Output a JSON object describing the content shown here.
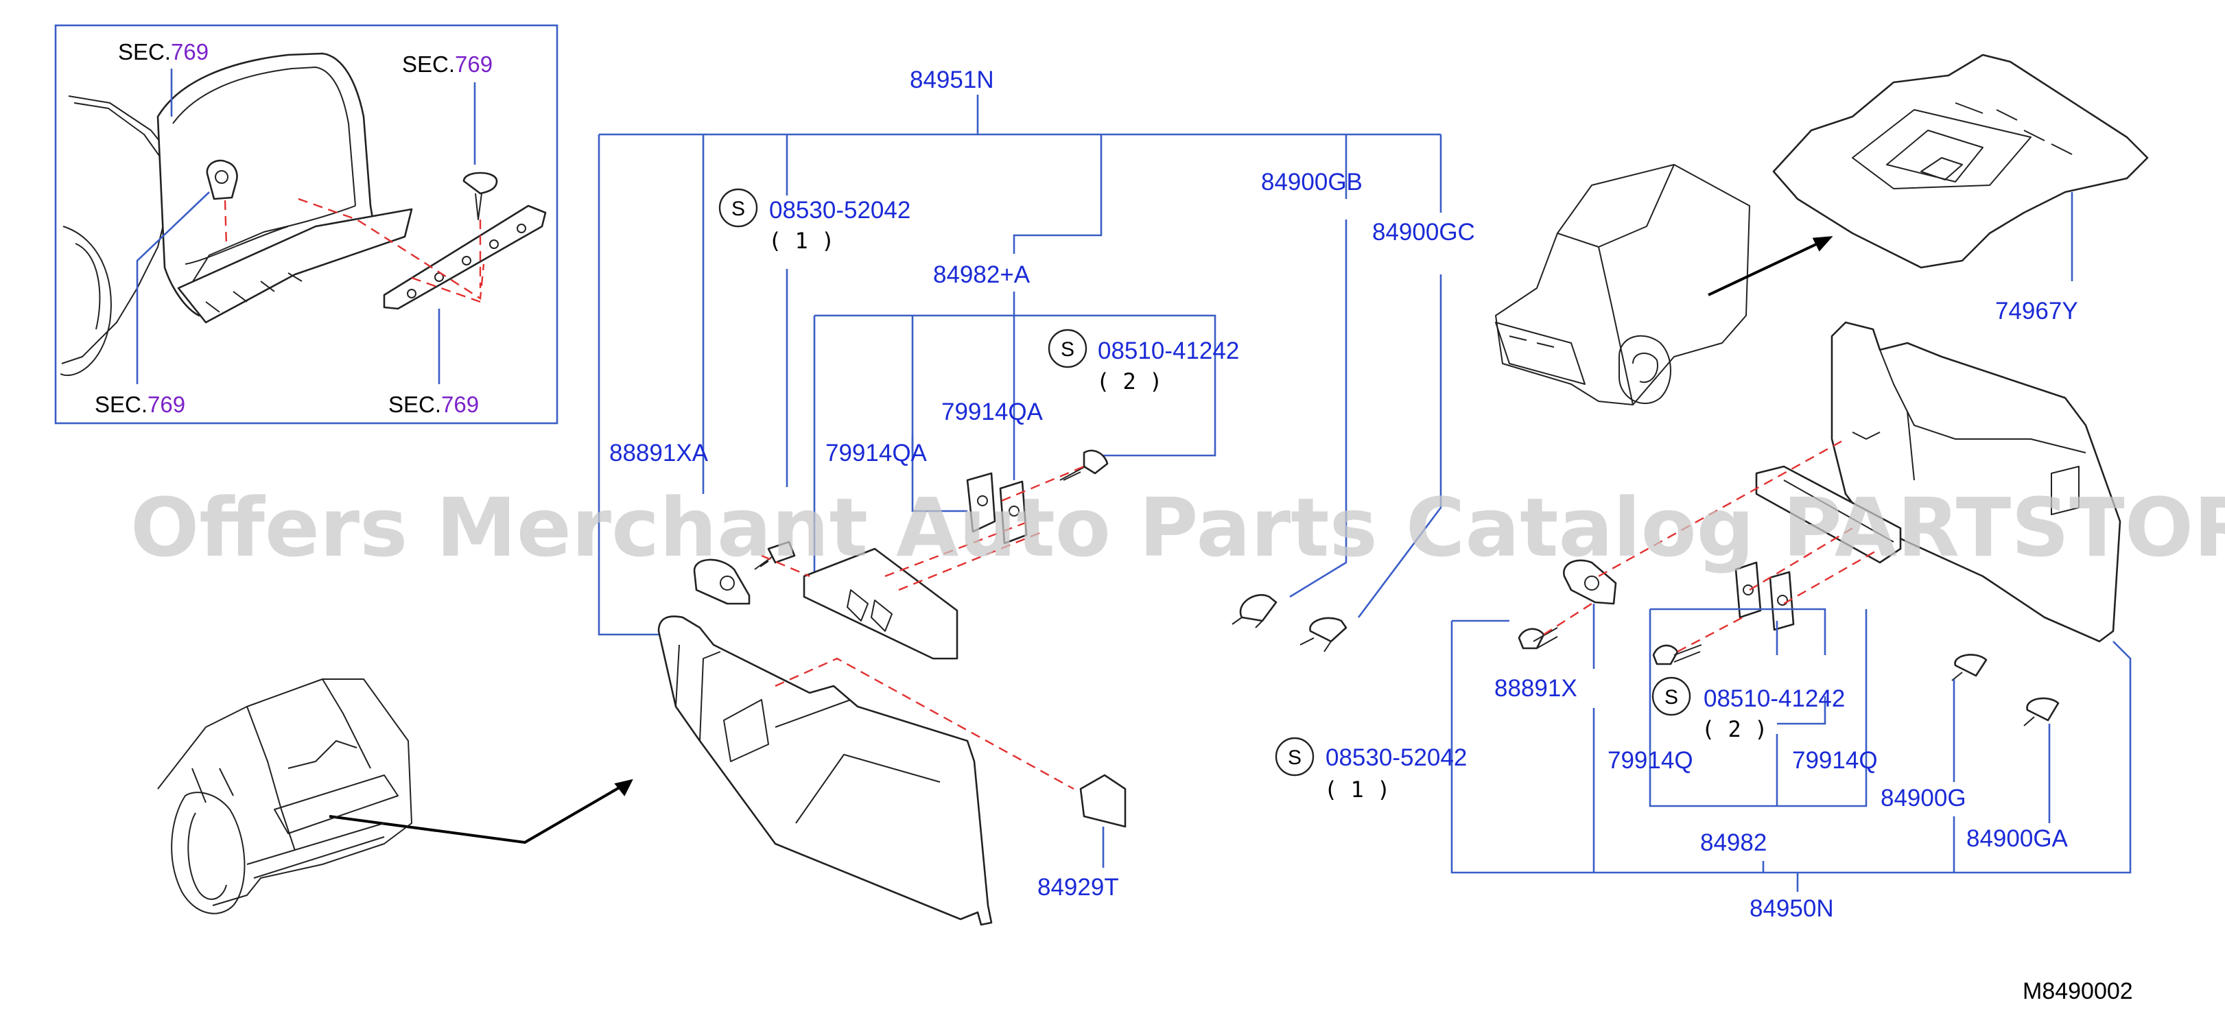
{
  "labels": {
    "p84951N": "84951N",
    "p08530_52042_a": "08530-52042",
    "qty_1_a": "( 1 )",
    "p84982A": "84982+A",
    "p08510_41242_a": "08510-41242",
    "qty_2_a": "( 2 )",
    "p79914QA_r": "79914QA",
    "p79914QA_l": "79914QA",
    "p88891XA": "88891XA",
    "p84900GB": "84900GB",
    "p84900GC": "84900GC",
    "p84929T": "84929T",
    "p74967Y": "74967Y",
    "p88891X": "88891X",
    "p08510_41242_b": "08510-41242",
    "qty_2_b": "( 2 )",
    "p79914Q_l": "79914Q",
    "p79914Q_r": "79914Q",
    "p84900G": "84900G",
    "p84900GA": "84900GA",
    "p84982": "84982",
    "p84950N": "84950N",
    "p08530_52042_b": "08530-52042",
    "qty_1_b": "( 1 )",
    "s_symbol": "S"
  },
  "sec_labels": {
    "prefix": "SEC.",
    "number": "769"
  },
  "watermark": "Offers Merchant Auto Parts Catalog PARTSTORE.SA",
  "diagram_code": "M8490002",
  "colors": {
    "label": "#1a2ad6",
    "leader": "#3a5ec6",
    "sec_number": "#7a22c9",
    "dashed": "#e23030"
  }
}
